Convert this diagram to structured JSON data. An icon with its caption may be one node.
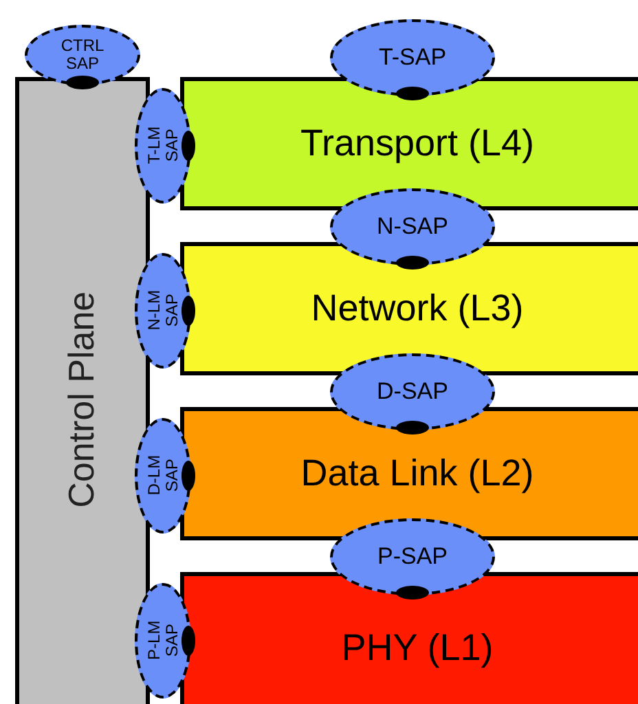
{
  "diagram": {
    "nodes": [
      {
        "text": [
          "CTRL SAP"
        ]
      },
      {
        "text": [
          "T-SAP"
        ]
      },
      {
        "text": [
          "Control Plane"
        ]
      },
      {
        "text": [
          "T-LM SAP"
        ]
      },
      {
        "text": [
          "Transport (L4)"
        ]
      },
      {
        "text": [
          "N-SAP"
        ]
      },
      {
        "text": [
          "N-LM SAP"
        ]
      },
      {
        "text": [
          "Network (L3)"
        ]
      },
      {
        "text": [
          "D-SAP"
        ]
      },
      {
        "text": [
          "D-LM SAP"
        ]
      },
      {
        "text": [
          "Data Link (L2)"
        ]
      },
      {
        "text": [
          "P-SAP"
        ]
      },
      {
        "text": [
          "P-LM SAP"
        ]
      },
      {
        "text": [
          "PHY (L1)"
        ]
      }
    ]
  }
}
